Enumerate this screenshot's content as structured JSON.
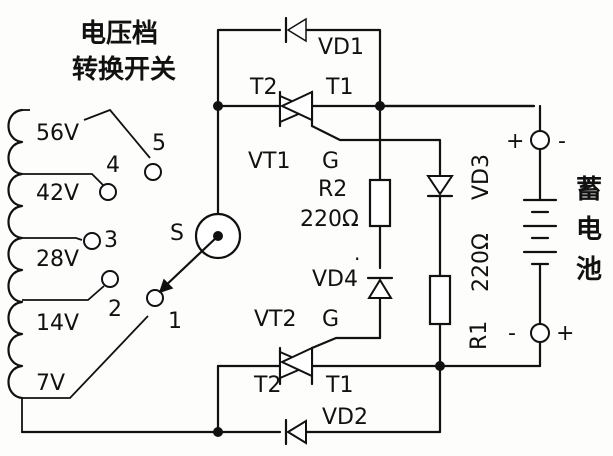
{
  "title": {
    "line1": "电压档",
    "line2": "转换开关"
  },
  "taps": [
    {
      "voltage": "56V",
      "position": "5"
    },
    {
      "voltage": "42V",
      "position": "4"
    },
    {
      "voltage": "28V",
      "position": "3"
    },
    {
      "voltage": "14V",
      "position": "2"
    },
    {
      "voltage": "7V",
      "position": "1"
    }
  ],
  "switch_label": "S",
  "components": {
    "vd1": "VD1",
    "vd2": "VD2",
    "vd3": "VD3",
    "vd4": "VD4",
    "vt1": "VT1",
    "vt2": "VT2",
    "r1": "R1",
    "r1_value": "220Ω",
    "r2": "R2",
    "r2_value": "220Ω",
    "t2_top": "T2",
    "t1_top": "T1",
    "g_top": "G",
    "t2_bottom": "T2",
    "t1_bottom": "T1",
    "g_bottom": "G",
    "vd4_dot": "·"
  },
  "battery": {
    "label": [
      "蓄",
      "电",
      "池"
    ],
    "plus_top": "+",
    "minus_top": "-",
    "minus_bottom": "-",
    "plus_bottom": "+"
  }
}
